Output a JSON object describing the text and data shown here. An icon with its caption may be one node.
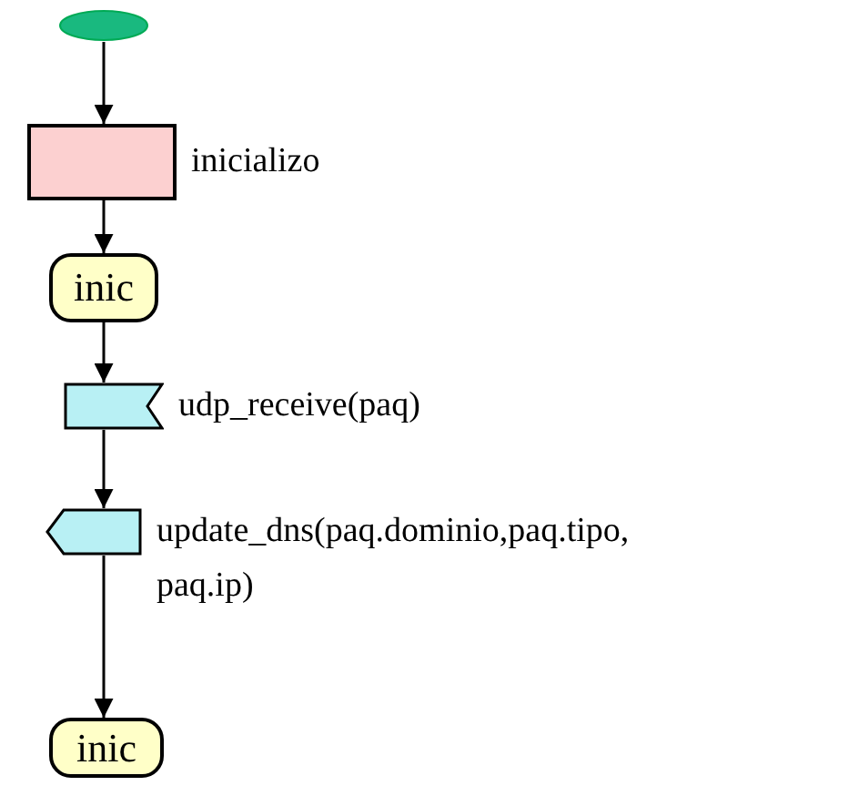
{
  "diagram": {
    "nodes": [
      {
        "text": [],
        "shape": "ellipse"
      },
      {
        "text": [
          "inicializo"
        ]
      },
      {
        "text": [
          "inic"
        ]
      },
      {
        "text": [
          "udp_receive(paq)"
        ]
      },
      {
        "text": [
          "update_dns(paq.dominio,paq.tipo, paq.ip)"
        ]
      },
      {
        "text": [
          "inic"
        ]
      }
    ],
    "edges": [
      {
        "from": 0,
        "to": 1,
        "arrow": "to"
      },
      {
        "from": 1,
        "to": 2,
        "arrow": "to"
      },
      {
        "from": 2,
        "to": 3,
        "arrow": "to"
      },
      {
        "from": 3,
        "to": 4,
        "arrow": "to"
      },
      {
        "from": 4,
        "to": 5,
        "arrow": "to"
      }
    ]
  }
}
